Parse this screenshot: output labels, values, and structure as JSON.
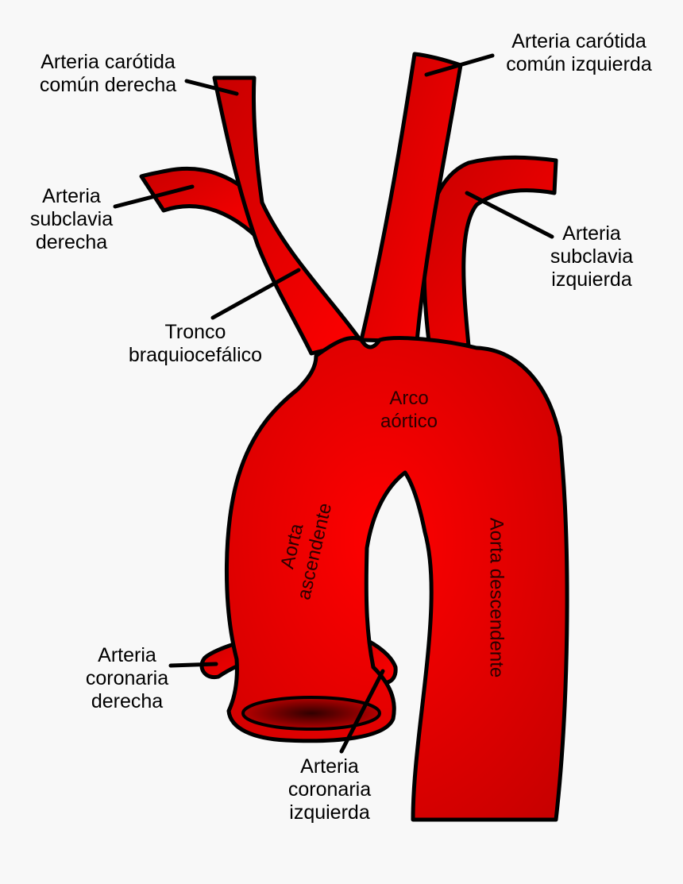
{
  "colors": {
    "background": "#f8f8f8",
    "vessel_light": "#ff0000",
    "vessel_dark": "#c80000",
    "outline": "#000000",
    "label_text": "#000000"
  },
  "labels": {
    "carotida_derecha": [
      "Arteria carótida",
      "común derecha"
    ],
    "carotida_izquierda": [
      "Arteria carótida",
      "común izquierda"
    ],
    "subclavia_derecha": [
      "Arteria",
      "subclavia",
      "derecha"
    ],
    "subclavia_izquierda": [
      "Arteria",
      "subclavia",
      "izquierda"
    ],
    "tronco": [
      "Tronco",
      "braquiocefálico"
    ],
    "arco": [
      "Arco",
      "aórtico"
    ],
    "ascendente": [
      "Aorta",
      "ascendente"
    ],
    "descendente": "Aorta descendente",
    "coronaria_derecha": [
      "Arteria",
      "coronaria",
      "derecha"
    ],
    "coronaria_izquierda": [
      "Arteria",
      "coronaria",
      "izquierda"
    ]
  }
}
